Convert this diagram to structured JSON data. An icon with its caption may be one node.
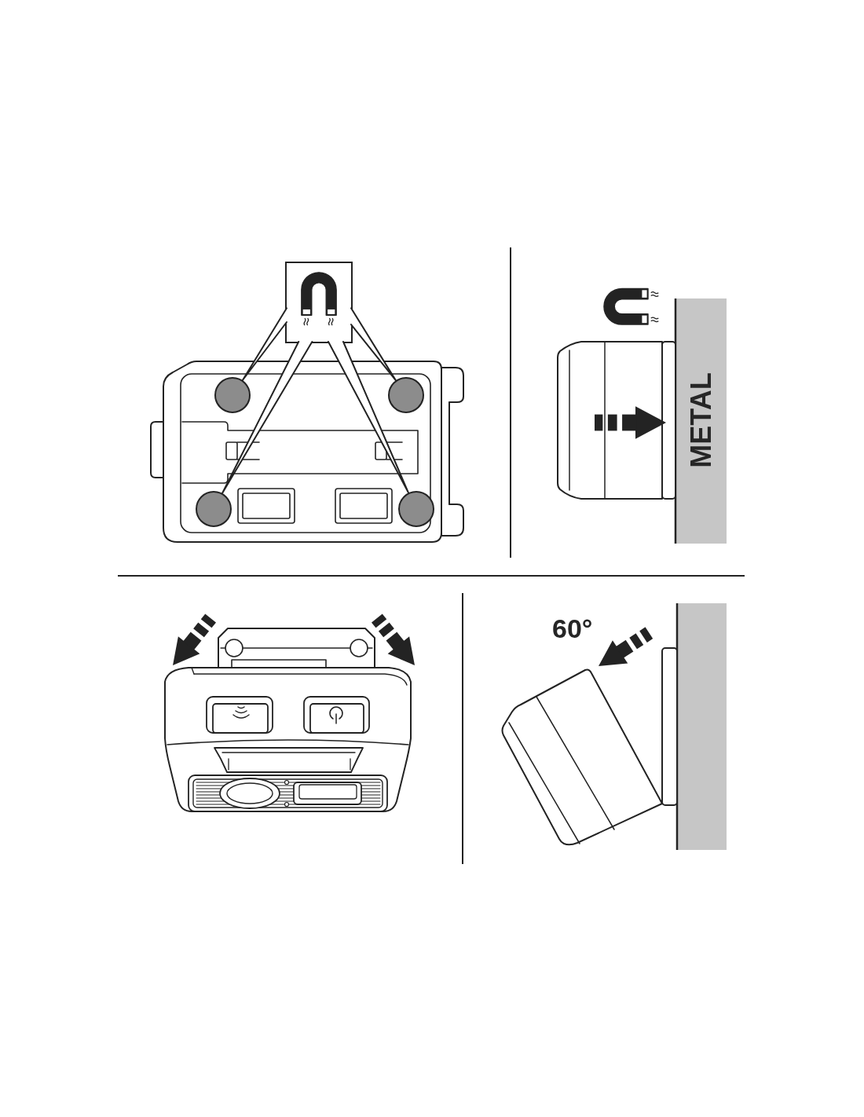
{
  "diagram": {
    "nodes": [
      {
        "text": [],
        "shape": "picture"
      },
      {
        "text": [],
        "shape": "circle"
      },
      {
        "text": [],
        "shape": "circle"
      },
      {
        "text": [],
        "shape": "circle"
      },
      {
        "text": [],
        "shape": "circle"
      }
    ],
    "edges": [
      {
        "from": 0,
        "to": 1,
        "arrow": "none"
      },
      {
        "from": 0,
        "to": 2,
        "arrow": "none"
      },
      {
        "from": 0,
        "to": 3,
        "arrow": "none"
      },
      {
        "from": 0,
        "to": 4,
        "arrow": "none"
      }
    ],
    "labels": [
      "METAL",
      "60°"
    ]
  }
}
